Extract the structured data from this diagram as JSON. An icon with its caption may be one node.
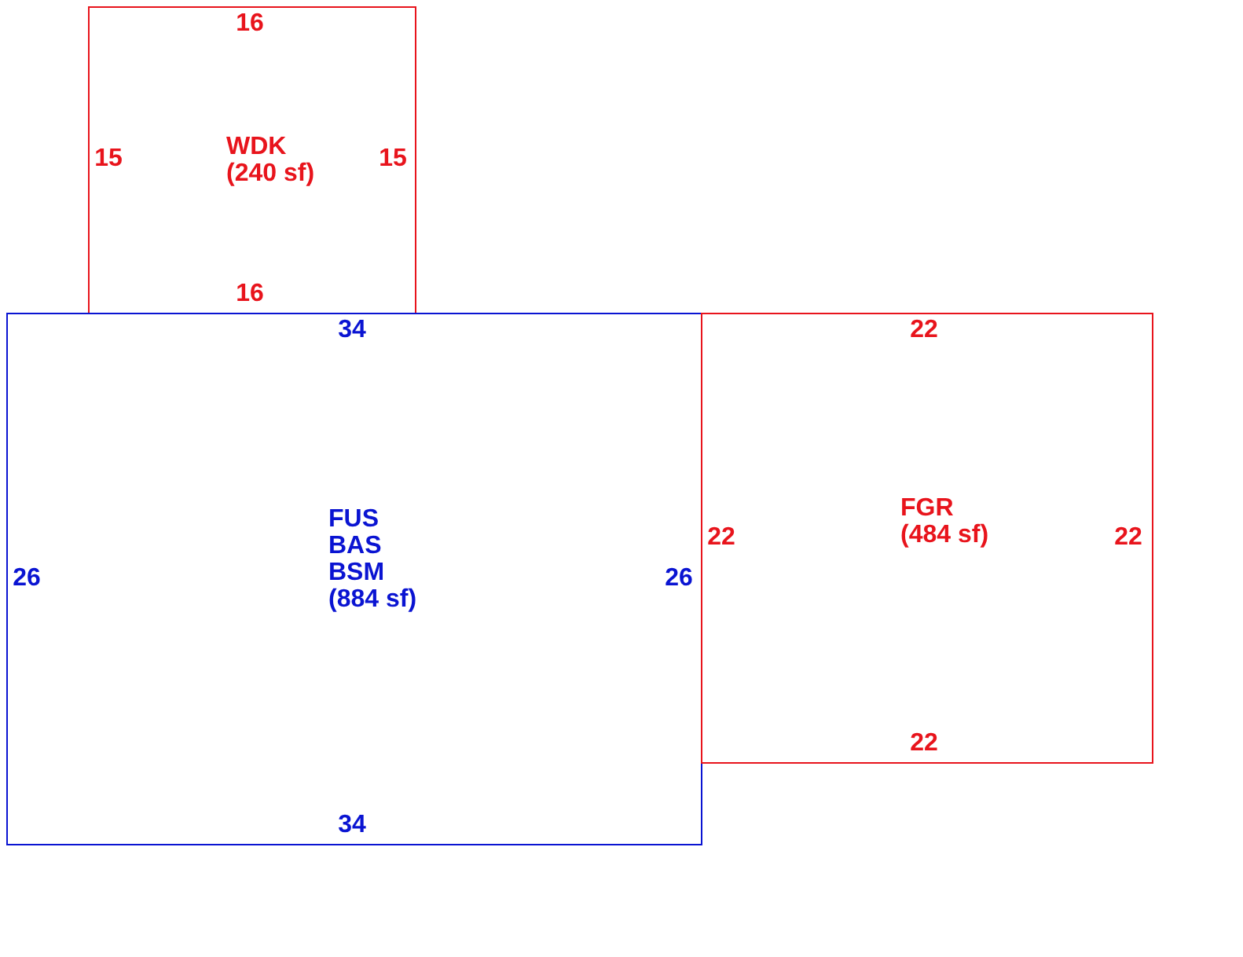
{
  "diagram": {
    "nodes": [
      {
        "text": [
          "WDK",
          "(240 sf)"
        ]
      },
      {
        "text": [
          "FUS",
          "BAS",
          "BSM",
          "(884 sf)"
        ]
      },
      {
        "text": [
          "FGR",
          "(484 sf)"
        ]
      }
    ],
    "labels": [
      "16",
      "15",
      "15",
      "16",
      "34",
      "22",
      "22",
      "22",
      "26",
      "26",
      "22",
      "34"
    ]
  }
}
